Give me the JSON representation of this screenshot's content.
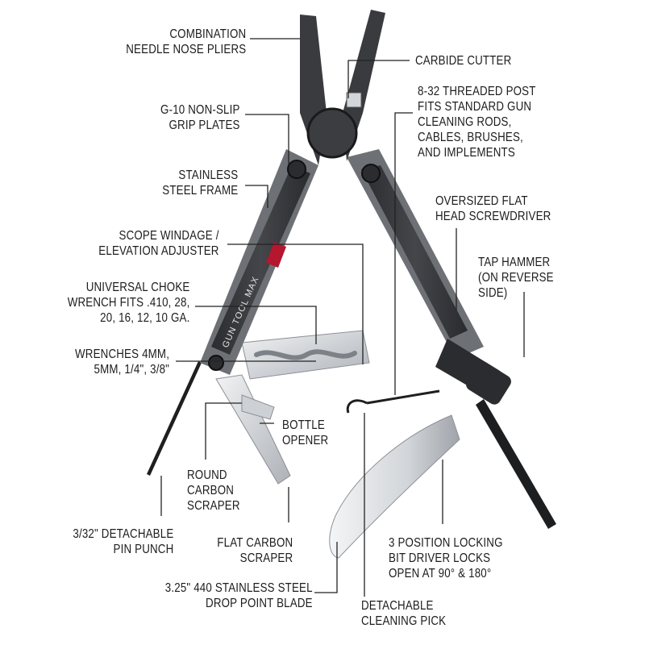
{
  "labels": {
    "pliers": [
      "COMBINATION",
      "NEEDLE NOSE PLIERS"
    ],
    "carbide": [
      "CARBIDE CUTTER"
    ],
    "post": [
      "8-32 THREADED POST",
      "FITS STANDARD GUN",
      "CLEANING RODS,",
      "CABLES, BRUSHES,",
      "AND IMPLEMENTS"
    ],
    "g10": [
      "G-10 NON-SLIP",
      "GRIP PLATES"
    ],
    "frame": [
      "STAINLESS",
      "STEEL FRAME"
    ],
    "screwdriver": [
      "OVERSIZED FLAT",
      "HEAD SCREWDRIVER"
    ],
    "scope": [
      "SCOPE WINDAGE /",
      "ELEVATION ADJUSTER"
    ],
    "hammer": [
      "TAP HAMMER",
      "(ON REVERSE",
      "SIDE)"
    ],
    "choke": [
      "UNIVERSAL CHOKE",
      "WRENCH FITS .410, 28,",
      "20, 16, 12, 10 GA."
    ],
    "wrenches": [
      "WRENCHES 4MM,",
      "5MM, 1/4\", 3/8\""
    ],
    "bottle": [
      "BOTTLE",
      "OPENER"
    ],
    "round": [
      "ROUND",
      "CARBON",
      "SCRAPER"
    ],
    "pinpunch": [
      "3/32\" DETACHABLE",
      "PIN PUNCH"
    ],
    "flat": [
      "FLAT CARBON",
      "SCRAPER"
    ],
    "bitdriver": [
      "3 POSITION LOCKING",
      "BIT DRIVER LOCKS",
      "OPEN AT 90° & 180°"
    ],
    "blade": [
      "3.25\" 440 STAINLESS STEEL",
      "DROP POINT BLADE"
    ],
    "pick": [
      "DETACHABLE",
      "CLEANING PICK"
    ]
  },
  "handle_text": "GUN TOOL MAX",
  "colors": {
    "text": "#1c1c1c",
    "leader": "#222222",
    "body_dark": "#38393d",
    "body_grey": "#6d7075",
    "steel": "#d9dcdf",
    "accent_red": "#b4172e",
    "background": "#ffffff"
  }
}
